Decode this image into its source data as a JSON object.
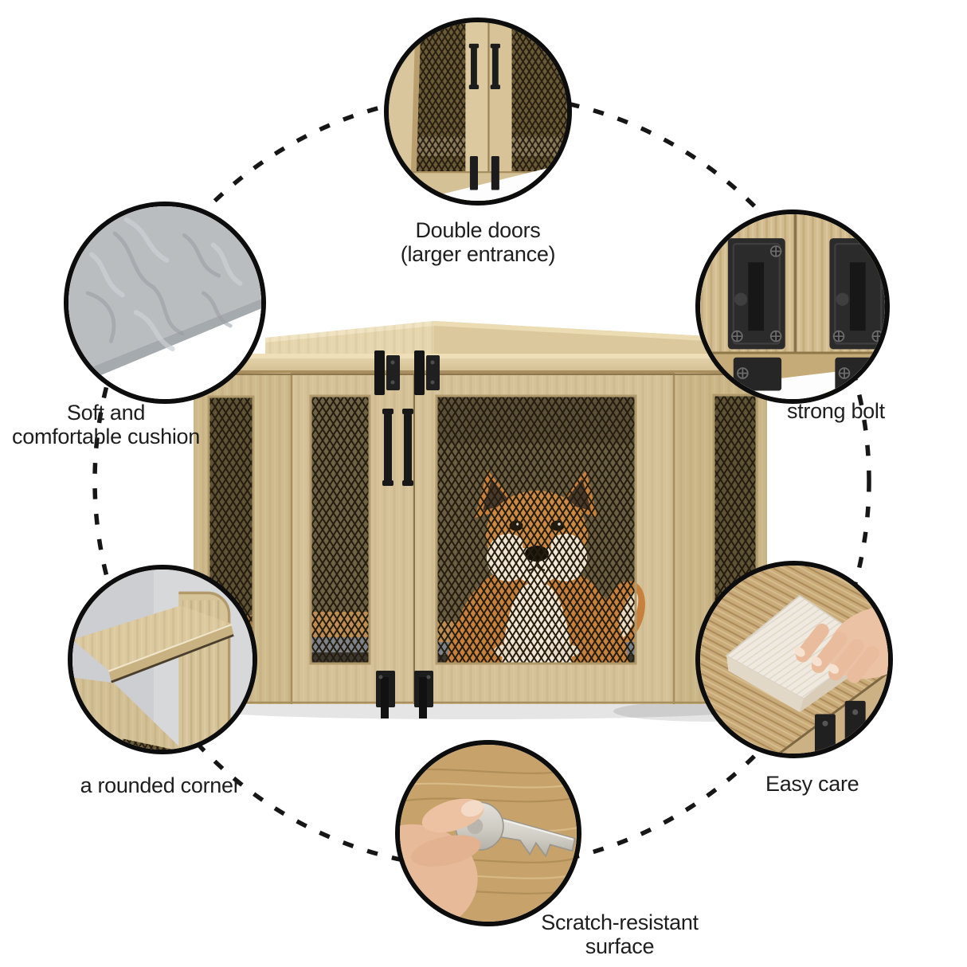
{
  "callouts": {
    "double_doors": {
      "line1": "Double doors",
      "line2": "(larger entrance)"
    },
    "strong_bolt": {
      "label": "strong bolt"
    },
    "cushion": {
      "line1": "Soft and",
      "line2": "comfortable cushion"
    },
    "rounded_corner": {
      "label": "a rounded corner"
    },
    "easy_care": {
      "label": "Easy care"
    },
    "scratch": {
      "line1": "Scratch-resistant",
      "line2": "surface"
    }
  },
  "icons": {
    "double_doors": "double-doors-photo",
    "strong_bolt": "strong-bolt-photo",
    "cushion": "cushion-photo",
    "rounded_corner": "rounded-corner-photo",
    "easy_care": "easy-care-photo",
    "scratch": "scratch-resistant-photo"
  },
  "colors": {
    "wood": "#d6c298",
    "wood_dark": "#cbb687",
    "wood_light": "#e6d6ae",
    "mesh_line": "#241c0f",
    "mesh_backing": "#6a5e43",
    "hardware_black": "#1c1c1c",
    "dog_orange": "#c8813d",
    "dog_white": "#f1e6d4",
    "cushion_gray": "#b9bdc0",
    "mat_gray": "#7d838b",
    "cushion_tan": "#bd8d53",
    "dashed_ring": "#161616",
    "label_text": "#1e1e1e"
  }
}
